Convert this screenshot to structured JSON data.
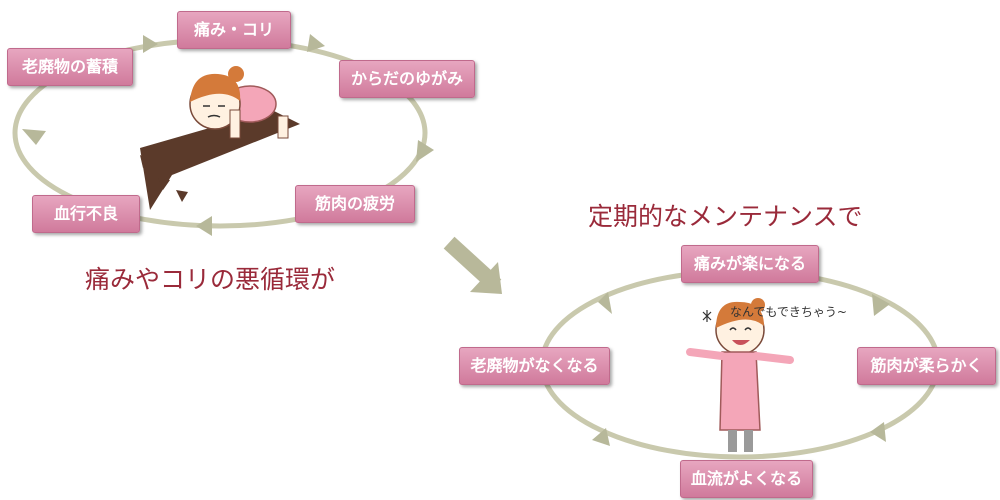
{
  "vicious_cycle": {
    "steps": [
      "痛み・コリ",
      "からだのゆがみ",
      "筋肉の疲労",
      "血行不良",
      "老廃物の蓄積"
    ],
    "caption": "痛みやコリの悪循環が"
  },
  "maintenance_cycle": {
    "heading": "定期的なメンテナンスで",
    "steps": [
      "痛みが楽になる",
      "筋肉が柔らかく",
      "血流がよくなる",
      "老廃物がなくなる"
    ],
    "speech": "なんでもできちゃう~"
  },
  "colors": {
    "box": "#d889a9",
    "heading_text": "#9a2a3a",
    "cycle_line": "#c9c9ad"
  }
}
